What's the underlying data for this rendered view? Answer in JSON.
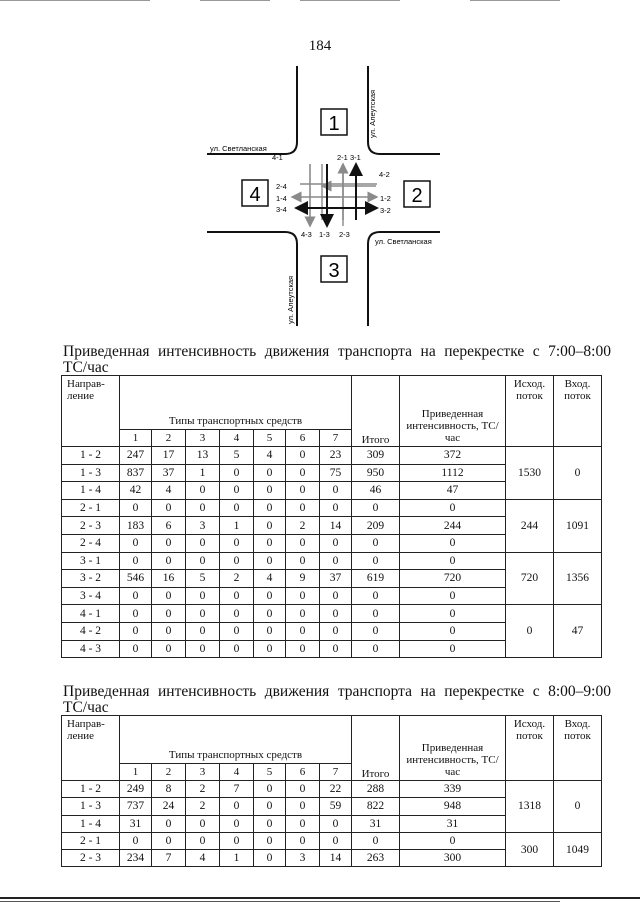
{
  "page_number": "184",
  "diagram": {
    "street_svetlanskaya_left": "ул. Светланская",
    "street_svetlanskaya_right": "ул. Светланская",
    "street_aleutskaya_top": "ул. Алеутская",
    "street_aleutskaya_bottom": "ул. Алеутская",
    "zones": [
      "1",
      "2",
      "3",
      "4"
    ],
    "labels": {
      "l41": "4-1",
      "l21": "2-1",
      "l31": "3-1",
      "l42": "4-2",
      "l24": "2-4",
      "l14": "1-4",
      "l34": "3-4",
      "l12": "1-2",
      "l32": "3-2",
      "l43": "4-3",
      "l13": "1-3",
      "l23": "2-3"
    },
    "colors": {
      "primary_arrow": "#111111",
      "secondary_arrow": "#8a8a8a"
    }
  },
  "header": {
    "direction": "Направ-ление",
    "vehicle_types": "Типы транспортных средств",
    "type_numbers": [
      "1",
      "2",
      "3",
      "4",
      "5",
      "6",
      "7"
    ],
    "total": "Итого",
    "reduced": "Приведенная интенсивность, ТС/час",
    "outflow": "Исход. поток",
    "inflow": "Вход. поток"
  },
  "table1": {
    "caption_main": "Приведенная интенсивность движения транспорта на перекрестке с 7:00–8:00",
    "caption_unit": "ТС/час",
    "groups": [
      {
        "out": "1530",
        "in": "0",
        "rows": [
          {
            "dir": "1 - 2",
            "t": [
              "247",
              "17",
              "13",
              "5",
              "4",
              "0",
              "23"
            ],
            "total": "309",
            "reduced": "372"
          },
          {
            "dir": "1 - 3",
            "t": [
              "837",
              "37",
              "1",
              "0",
              "0",
              "0",
              "75"
            ],
            "total": "950",
            "reduced": "1112"
          },
          {
            "dir": "1 - 4",
            "t": [
              "42",
              "4",
              "0",
              "0",
              "0",
              "0",
              "0"
            ],
            "total": "46",
            "reduced": "47"
          }
        ]
      },
      {
        "out": "244",
        "in": "1091",
        "rows": [
          {
            "dir": "2 - 1",
            "t": [
              "0",
              "0",
              "0",
              "0",
              "0",
              "0",
              "0"
            ],
            "total": "0",
            "reduced": "0"
          },
          {
            "dir": "2 - 3",
            "t": [
              "183",
              "6",
              "3",
              "1",
              "0",
              "2",
              "14"
            ],
            "total": "209",
            "reduced": "244"
          },
          {
            "dir": "2 - 4",
            "t": [
              "0",
              "0",
              "0",
              "0",
              "0",
              "0",
              "0"
            ],
            "total": "0",
            "reduced": "0"
          }
        ]
      },
      {
        "out": "720",
        "in": "1356",
        "rows": [
          {
            "dir": "3 - 1",
            "t": [
              "0",
              "0",
              "0",
              "0",
              "0",
              "0",
              "0"
            ],
            "total": "0",
            "reduced": "0"
          },
          {
            "dir": "3 - 2",
            "t": [
              "546",
              "16",
              "5",
              "2",
              "4",
              "9",
              "37"
            ],
            "total": "619",
            "reduced": "720"
          },
          {
            "dir": "3 - 4",
            "t": [
              "0",
              "0",
              "0",
              "0",
              "0",
              "0",
              "0"
            ],
            "total": "0",
            "reduced": "0"
          }
        ]
      },
      {
        "out": "0",
        "in": "47",
        "rows": [
          {
            "dir": "4 - 1",
            "t": [
              "0",
              "0",
              "0",
              "0",
              "0",
              "0",
              "0"
            ],
            "total": "0",
            "reduced": "0"
          },
          {
            "dir": "4 - 2",
            "t": [
              "0",
              "0",
              "0",
              "0",
              "0",
              "0",
              "0"
            ],
            "total": "0",
            "reduced": "0"
          },
          {
            "dir": "4 - 3",
            "t": [
              "0",
              "0",
              "0",
              "0",
              "0",
              "0",
              "0"
            ],
            "total": "0",
            "reduced": "0"
          }
        ]
      }
    ]
  },
  "table2": {
    "caption_main": "Приведенная интенсивность движения транспорта на перекрестке с 8:00–9:00",
    "caption_unit": "ТС/час",
    "groups": [
      {
        "out": "1318",
        "in": "0",
        "rows": [
          {
            "dir": "1 - 2",
            "t": [
              "249",
              "8",
              "2",
              "7",
              "0",
              "0",
              "22"
            ],
            "total": "288",
            "reduced": "339"
          },
          {
            "dir": "1 - 3",
            "t": [
              "737",
              "24",
              "2",
              "0",
              "0",
              "0",
              "59"
            ],
            "total": "822",
            "reduced": "948"
          },
          {
            "dir": "1 - 4",
            "t": [
              "31",
              "0",
              "0",
              "0",
              "0",
              "0",
              "0"
            ],
            "total": "31",
            "reduced": "31"
          }
        ]
      },
      {
        "out": "300",
        "in": "1049",
        "rows": [
          {
            "dir": "2 - 1",
            "t": [
              "0",
              "0",
              "0",
              "0",
              "0",
              "0",
              "0"
            ],
            "total": "0",
            "reduced": "0"
          },
          {
            "dir": "2 - 3",
            "t": [
              "234",
              "7",
              "4",
              "1",
              "0",
              "3",
              "14"
            ],
            "total": "263",
            "reduced": "300"
          }
        ]
      }
    ]
  }
}
